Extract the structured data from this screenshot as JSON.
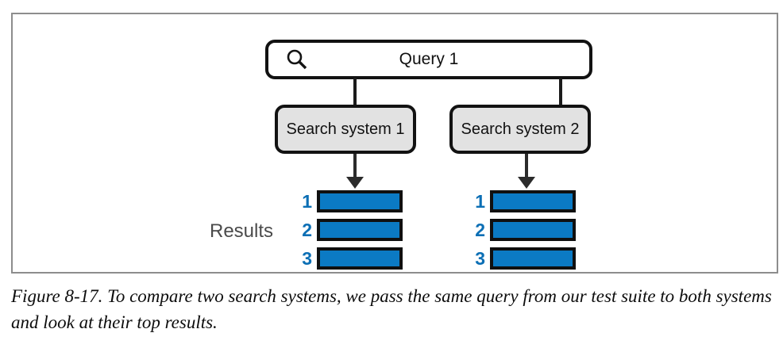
{
  "figure": {
    "query": {
      "icon": "search-icon",
      "label": "Query 1"
    },
    "systems": [
      {
        "label": "Search system 1"
      },
      {
        "label": "Search system 2"
      }
    ],
    "results": {
      "label": "Results",
      "columns": [
        {
          "system": "Search system 1",
          "ranks": [
            "1",
            "2",
            "3"
          ]
        },
        {
          "system": "Search system 2",
          "ranks": [
            "1",
            "2",
            "3"
          ]
        }
      ]
    },
    "colors": {
      "bar_fill": "#0b7ac4",
      "bar_border": "#101010",
      "rank_text": "#0c6fb5",
      "system_box_fill": "#e2e2e2",
      "box_border": "#121212",
      "results_label": "#4a4a4a",
      "frame_border": "#8d8d8d"
    }
  },
  "caption": {
    "text": "Figure 8-17. To compare two search systems, we pass the same query from our test suite to both systems and look at their top results."
  }
}
